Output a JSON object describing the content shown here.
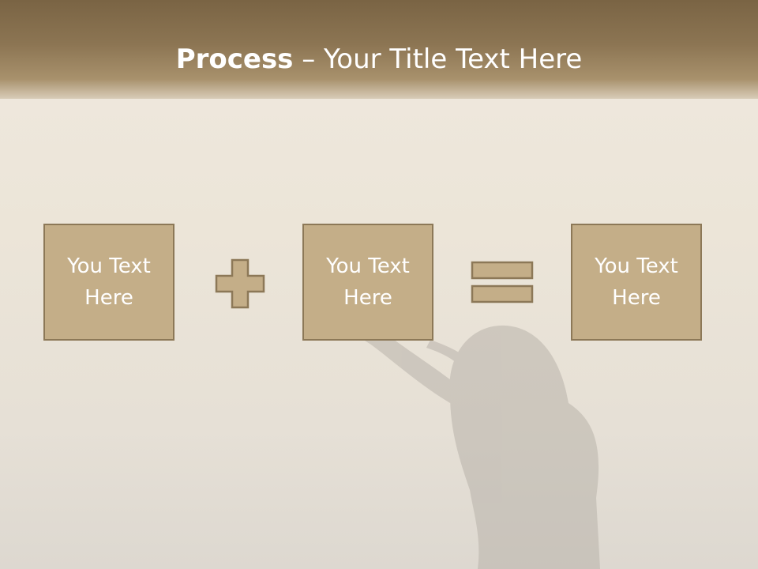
{
  "title": {
    "bold": "Process",
    "rest": " – Your Title Text Here"
  },
  "process": {
    "boxes": [
      {
        "text": "You Text Here"
      },
      {
        "text": "You Text Here"
      },
      {
        "text": "You Text Here"
      }
    ],
    "operators": [
      "plus",
      "equals"
    ]
  },
  "colors": {
    "header": "#8c7553",
    "box_fill": "#c4ae88",
    "box_border": "#8c7857",
    "text": "#ffffff"
  }
}
